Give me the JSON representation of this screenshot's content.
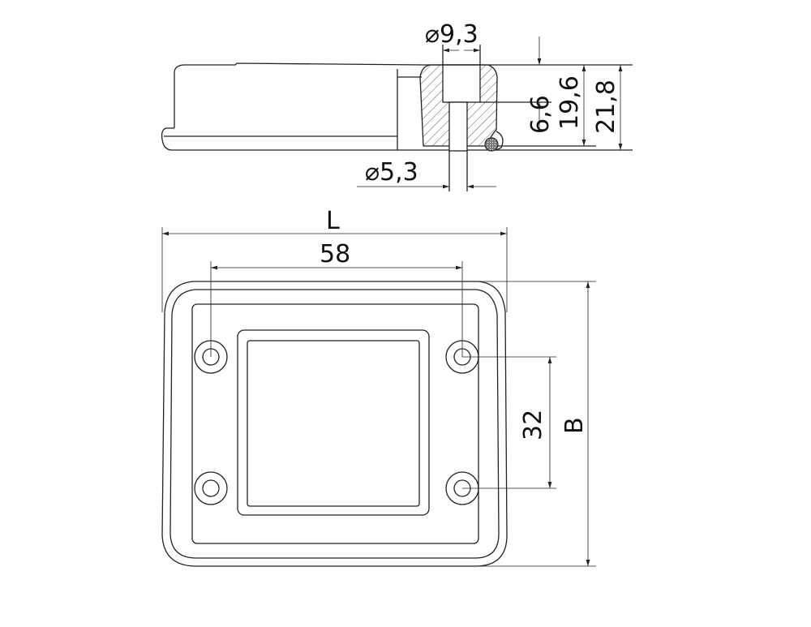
{
  "side_view": {
    "dim_counterbore": "⌀9,3",
    "dim_hole": "⌀5,3",
    "dim_counterbore_depth": "6,6",
    "dim_height_body": "19,6",
    "dim_height_total": "21,8"
  },
  "top_view": {
    "dim_length": "L",
    "dim_hole_spacing_x": "58",
    "dim_hole_spacing_y": "32",
    "dim_width": "B"
  }
}
